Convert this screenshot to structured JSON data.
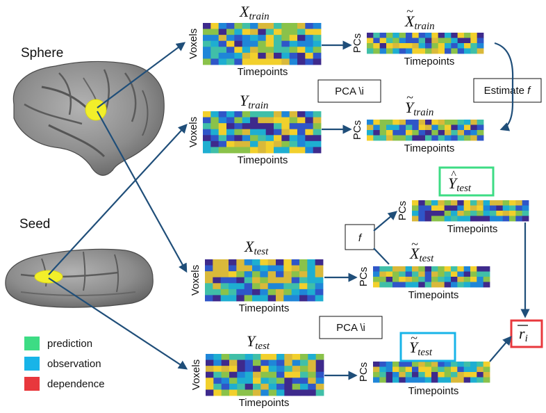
{
  "colors": {
    "arrow": "#1f4e79",
    "prediction": "#3ddc84",
    "observation": "#18b4e8",
    "dependence": "#e8383d",
    "cell_palette": [
      "#3e2a8c",
      "#2f56c8",
      "#1f86d8",
      "#1eaed1",
      "#40bfa8",
      "#8ac24a",
      "#d9b93a",
      "#f2d02c"
    ]
  },
  "regions": {
    "sphere_label": "Sphere",
    "seed_label": "Seed"
  },
  "matrices": {
    "x_train": {
      "var": "X",
      "sub": "train",
      "tilde": false,
      "hat": false,
      "y_label": "Voxels",
      "x_label": "Timepoints"
    },
    "x_train_pc": {
      "var": "X",
      "sub": "train",
      "tilde": true,
      "hat": false,
      "y_label": "PCs",
      "x_label": "Timepoints"
    },
    "y_train": {
      "var": "Y",
      "sub": "train",
      "tilde": false,
      "hat": false,
      "y_label": "Voxels",
      "x_label": "Timepoints"
    },
    "y_train_pc": {
      "var": "Y",
      "sub": "train",
      "tilde": true,
      "hat": false,
      "y_label": "PCs",
      "x_label": "Timepoints"
    },
    "y_test_hat": {
      "var": "Y",
      "sub": "test",
      "tilde": false,
      "hat": true,
      "y_label": "PCs",
      "x_label": "Timepoints"
    },
    "x_test": {
      "var": "X",
      "sub": "test",
      "tilde": false,
      "hat": false,
      "y_label": "Voxels",
      "x_label": "Timepoints"
    },
    "x_test_pc": {
      "var": "X",
      "sub": "test",
      "tilde": true,
      "hat": false,
      "y_label": "PCs",
      "x_label": "Timepoints"
    },
    "y_test": {
      "var": "Y",
      "sub": "test",
      "tilde": false,
      "hat": false,
      "y_label": "Voxels",
      "x_label": "Timepoints"
    },
    "y_test_pc": {
      "var": "Y",
      "sub": "test",
      "tilde": true,
      "hat": false,
      "y_label": "PCs",
      "x_label": "Timepoints"
    }
  },
  "boxes": {
    "pca_top": "PCA \\i",
    "pca_bottom": "PCA \\i",
    "estimate": "Estimate ",
    "estimate_f": "f",
    "f_box": "f"
  },
  "result": {
    "var": "r",
    "sub": "i"
  },
  "legend": [
    {
      "label": "prediction",
      "color": "#3ddc84"
    },
    {
      "label": "observation",
      "color": "#18b4e8"
    },
    {
      "label": "dependence",
      "color": "#e8383d"
    }
  ]
}
